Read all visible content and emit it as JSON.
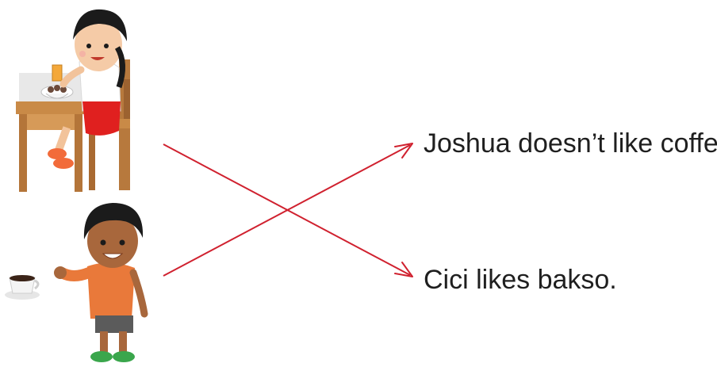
{
  "sentences": {
    "top": "Joshua doesn’t like coffee.",
    "bottom": "Cici likes bakso."
  },
  "illustrations": {
    "top": "girl-eating-bakso-at-table",
    "bottom": "boy-waving-near-coffee-cup"
  },
  "colors": {
    "match_line": "#d0212f",
    "text": "#1f1f1f"
  },
  "matches": [
    {
      "picture": "girl-eating-bakso-at-table",
      "sentence": "Cici likes bakso."
    },
    {
      "picture": "boy-waving-near-coffee-cup",
      "sentence": "Joshua doesn’t like coffee."
    }
  ]
}
